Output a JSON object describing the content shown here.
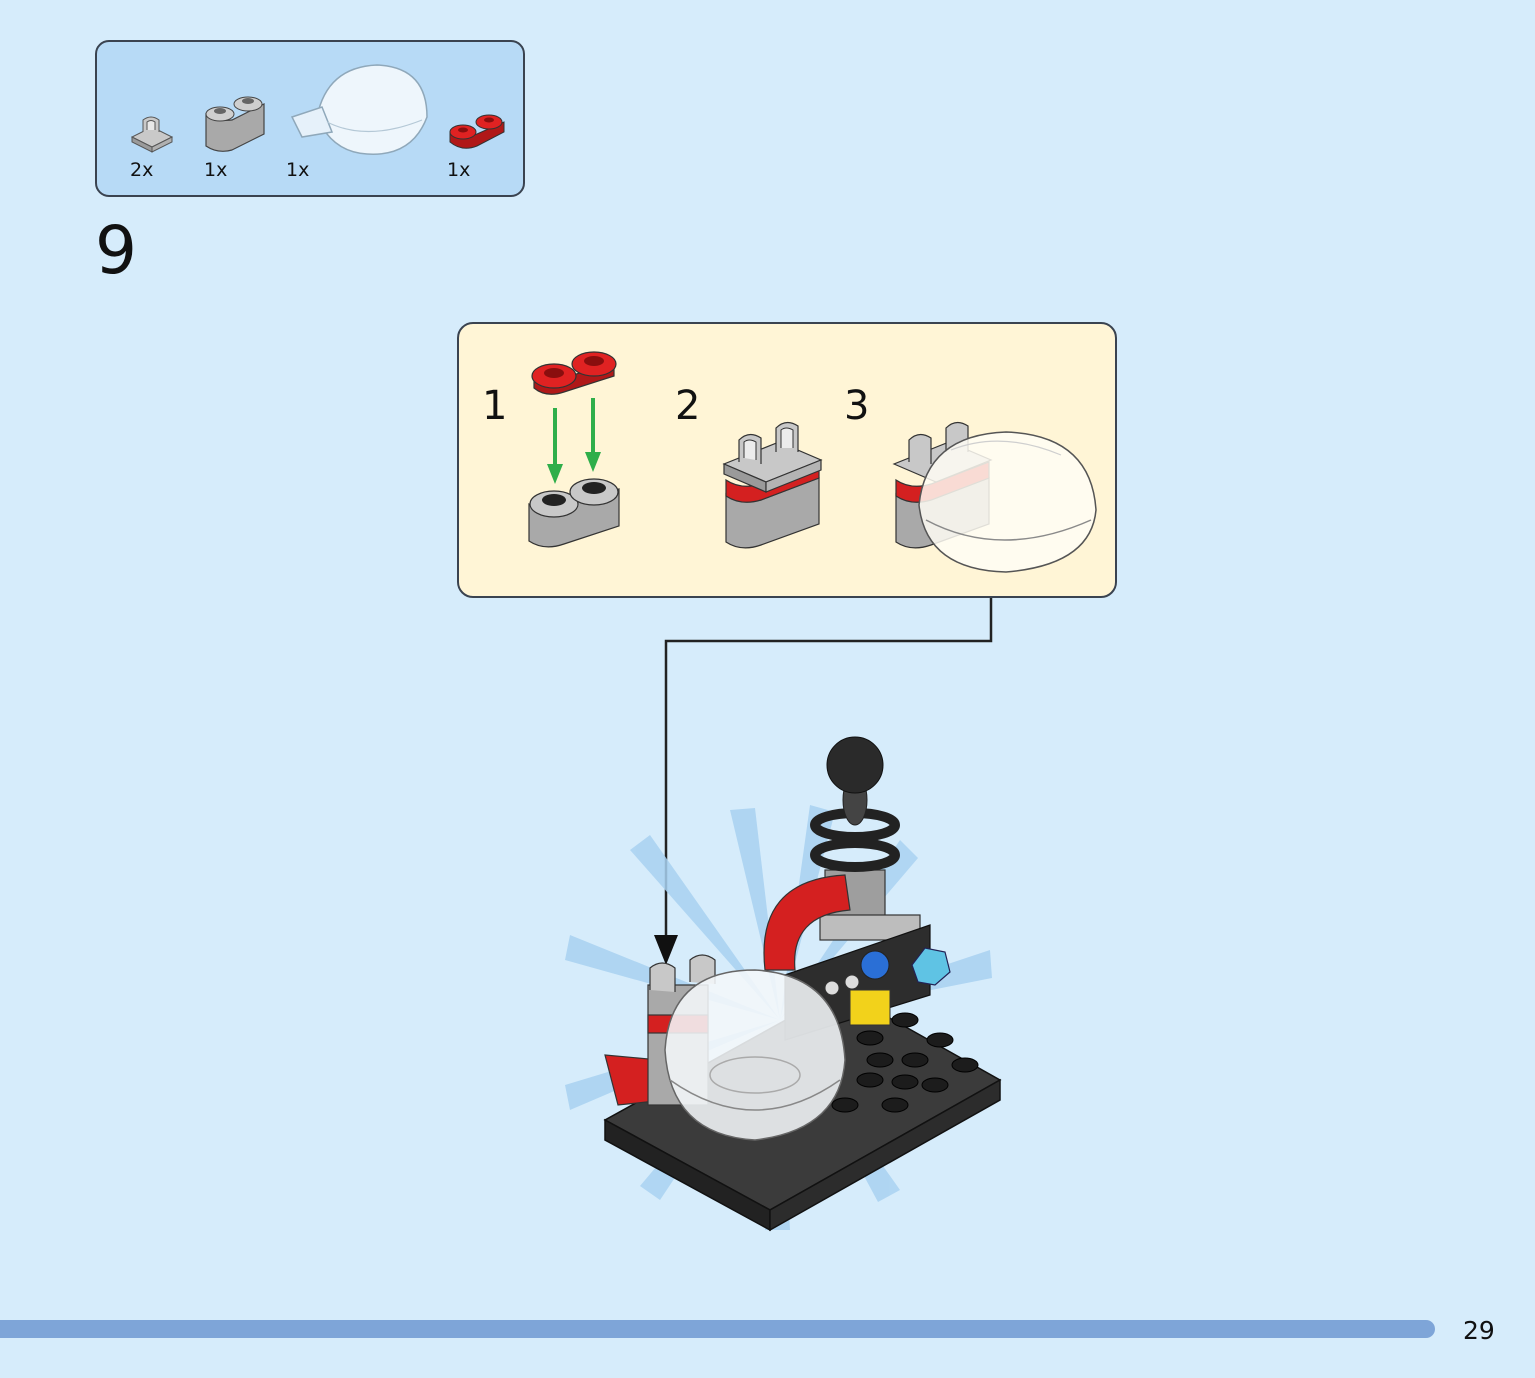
{
  "parts_list": {
    "items": [
      {
        "quantity": "2x",
        "part": "gray clip plate 1x1",
        "color": "#b8b8b8"
      },
      {
        "quantity": "1x",
        "part": "gray brick 1x2 rounded",
        "color": "#a8a8a8"
      },
      {
        "quantity": "1x",
        "part": "transparent dome with clip",
        "color": "#eef6fc"
      },
      {
        "quantity": "1x",
        "part": "red plate 1x2 rounded",
        "color": "#d42020"
      }
    ]
  },
  "step": {
    "number": "9"
  },
  "substeps": [
    {
      "number": "1"
    },
    {
      "number": "2"
    },
    {
      "number": "3"
    }
  ],
  "colors": {
    "background": "#d6ecfb",
    "parts_box": "#b7daf6",
    "substep_box": "#fff5d6",
    "progress_bar": "#7ea5d8",
    "arrow_green": "#2fae4a"
  },
  "footer": {
    "page_number": "29"
  }
}
